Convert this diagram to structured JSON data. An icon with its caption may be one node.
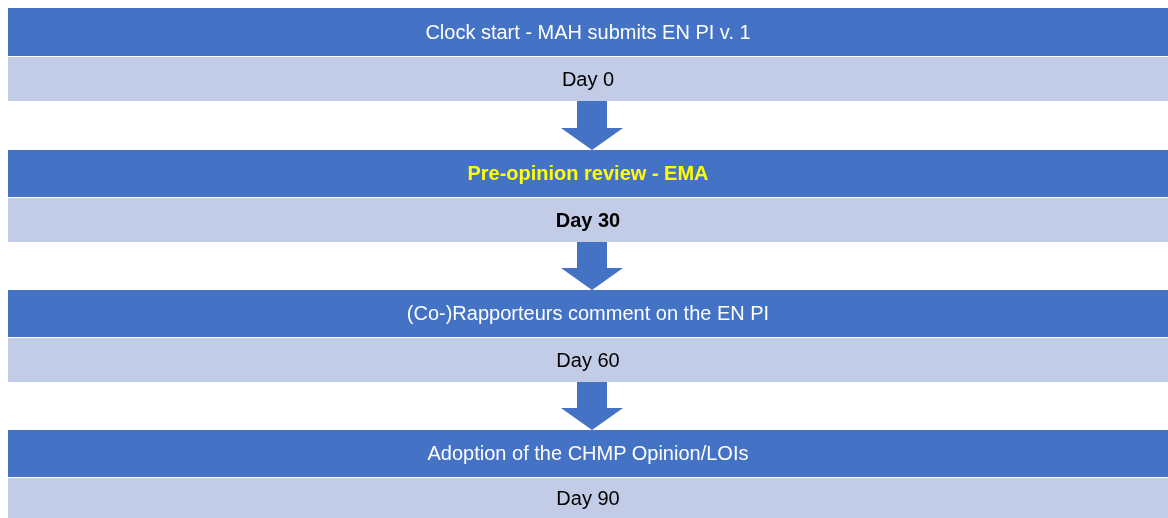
{
  "diagram": {
    "nodes": [
      {
        "text": [
          "Clock start - MAH submits EN PI v. 1"
        ]
      },
      {
        "text": [
          "Day 0"
        ]
      },
      {
        "text": [
          "Pre-opinion review - EMA"
        ]
      },
      {
        "text": [
          "Day 30"
        ]
      },
      {
        "text": [
          "(Co-)Rapporteurs comment on the EN PI"
        ]
      },
      {
        "text": [
          "Day 60"
        ]
      },
      {
        "text": [
          "Adoption of the CHMP Opinion/LOIs"
        ]
      },
      {
        "text": [
          "Day 90"
        ]
      }
    ],
    "edges": [
      {
        "from": 1,
        "to": 2,
        "arrow": "to",
        "style": "thick"
      },
      {
        "from": 3,
        "to": 4,
        "arrow": "to",
        "style": "thick"
      },
      {
        "from": 5,
        "to": 6,
        "arrow": "to",
        "style": "thick"
      }
    ]
  }
}
